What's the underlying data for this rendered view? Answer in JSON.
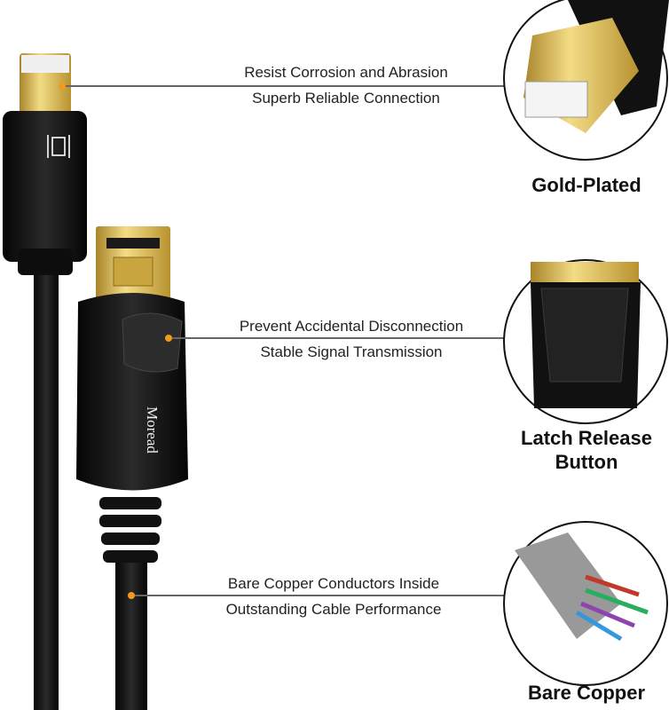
{
  "brand": "Moread",
  "colors": {
    "gold": "#d9b84a",
    "cable": "#111111",
    "dot": "#f39a1e",
    "line": "#666666"
  },
  "features": [
    {
      "line1": "Resist Corrosion and Abrasion",
      "line2": "Superb Reliable Connection",
      "label": "Gold-Plated",
      "label2": ""
    },
    {
      "line1": "Prevent Accidental Disconnection",
      "line2": "Stable Signal Transmission",
      "label": "Latch Release",
      "label2": "Button"
    },
    {
      "line1": "Bare Copper Conductors Inside",
      "line2": "Outstanding Cable Performance",
      "label": "Bare Copper",
      "label2": ""
    }
  ]
}
